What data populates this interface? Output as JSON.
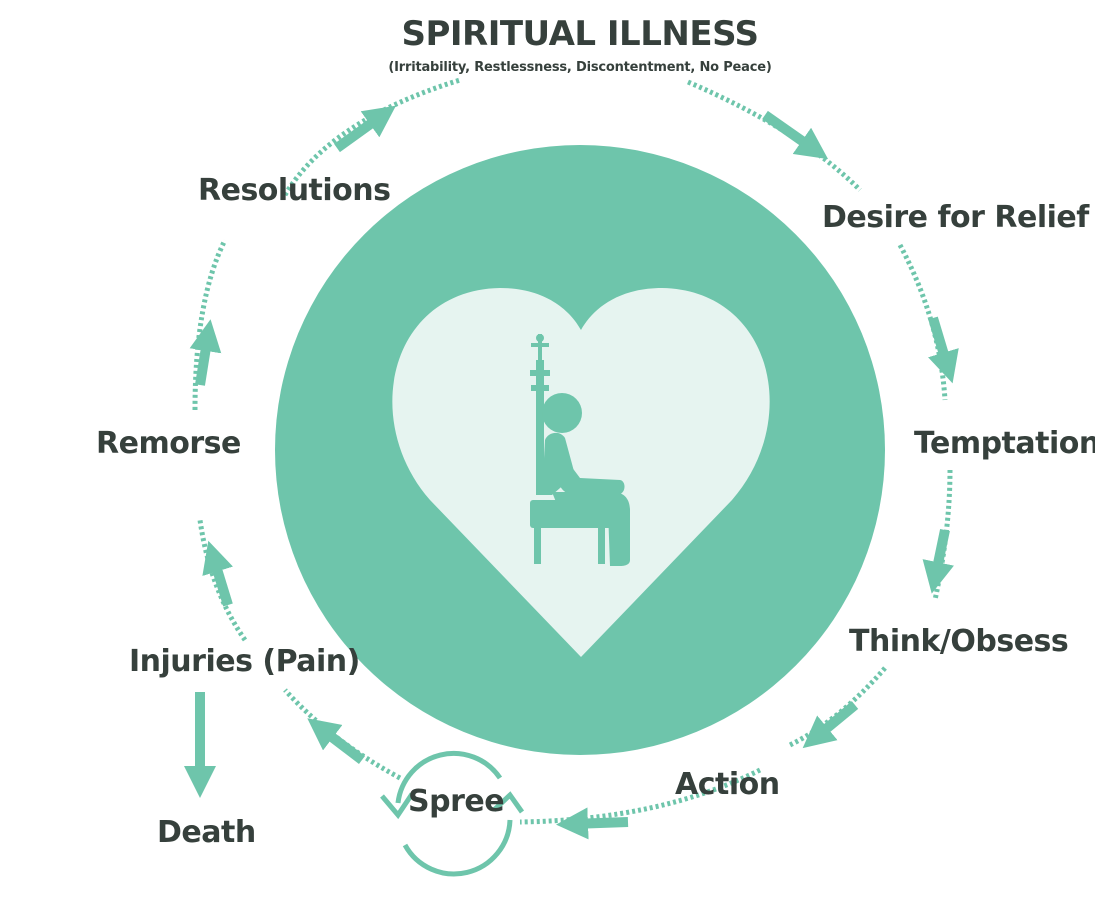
{
  "title": "SPIRITUAL ILLNESS",
  "subtitle": "(Irritability, Restlessness, Discontentment, No Peace)",
  "stages": {
    "desire": "Desire for Relief",
    "temptation": "Temptation",
    "think": "Think/Obsess",
    "action": "Action",
    "spree": "Spree",
    "injuries": "Injuries (Pain)",
    "death": "Death",
    "remorse": "Remorse",
    "resolutions": "Resolutions"
  },
  "colors": {
    "accent": "#6ec5ab",
    "heart": "#e6f4f0",
    "text": "#36403c"
  },
  "icons": {
    "center": "heart-icon",
    "figure": "person-on-throne-icon"
  }
}
